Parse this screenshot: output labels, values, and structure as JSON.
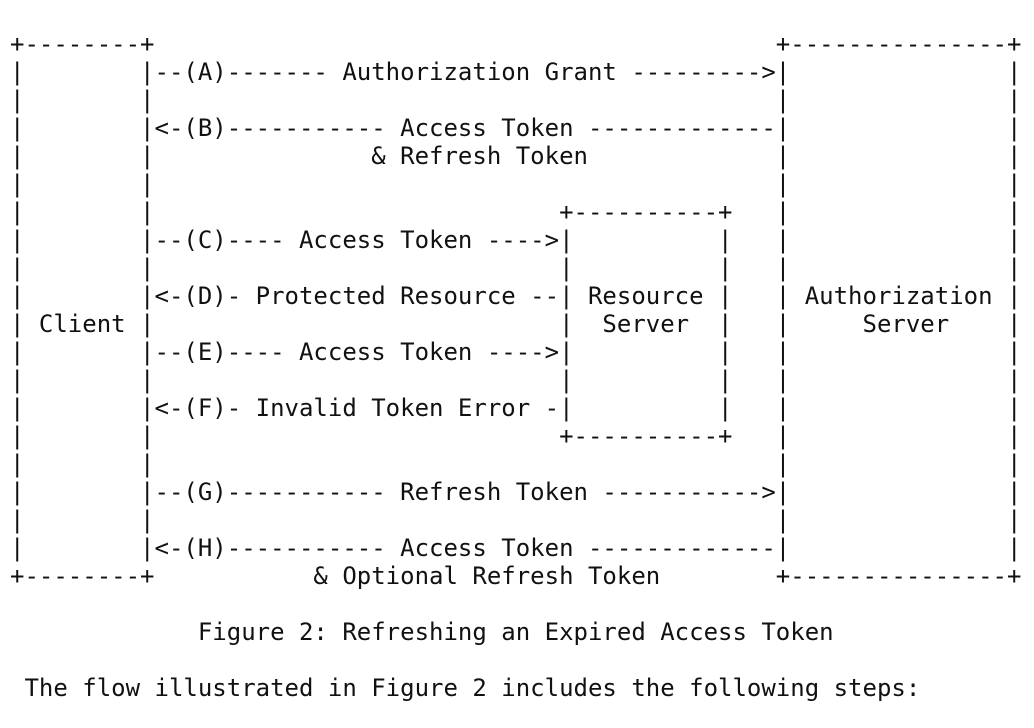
{
  "diagram": {
    "lines": [
      "+--------+                                           +---------------+",
      "|        |--(A)------- Authorization Grant --------->|               |",
      "|        |                                           |               |",
      "|        |<-(B)----------- Access Token -------------|               |",
      "|        |               & Refresh Token             |               |",
      "|        |                                           |               |",
      "|        |                            +----------+   |               |",
      "|        |--(C)---- Access Token ---->|          |   |               |",
      "|        |                            |          |   |               |",
      "|        |<-(D)- Protected Resource --| Resource |   | Authorization |",
      "| Client |                            |  Server  |   |     Server    |",
      "|        |--(E)---- Access Token ---->|          |   |               |",
      "|        |                            |          |   |               |",
      "|        |<-(F)- Invalid Token Error -|          |   |               |",
      "|        |                            +----------+   |               |",
      "|        |                                           |               |",
      "|        |--(G)----------- Refresh Token ----------->|               |",
      "|        |                                           |               |",
      "|        |<-(H)----------- Access Token -------------|               |",
      "+--------+           & Optional Refresh Token        +---------------+",
      "",
      "             Figure 2: Refreshing an Expired Access Token",
      "",
      " The flow illustrated in Figure 2 includes the following steps:"
    ]
  }
}
